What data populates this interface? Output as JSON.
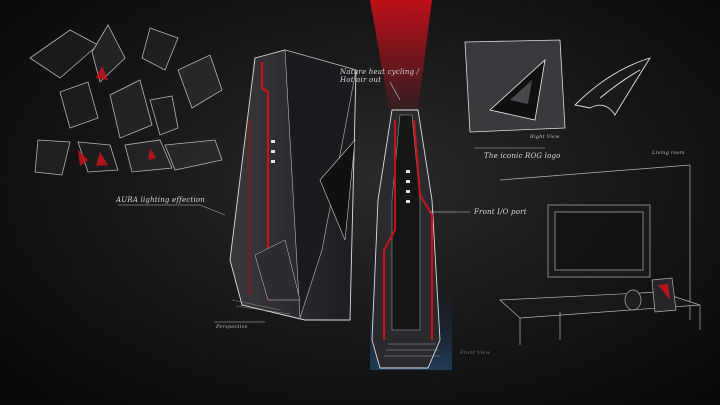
{
  "annotations": {
    "aura": "AURA lighting effection",
    "heat": "Nature heat cycling /\nHot air out",
    "front_io": "Front I/O port",
    "logo": "The iconic ROG logo",
    "right_view": "Right View",
    "living_room": "Living room",
    "perspective": "Perspective",
    "front_view": "Front View"
  },
  "colors": {
    "background": "#111113",
    "sketch_line": "#d8d8d8",
    "accent_red": "#c8121a"
  }
}
